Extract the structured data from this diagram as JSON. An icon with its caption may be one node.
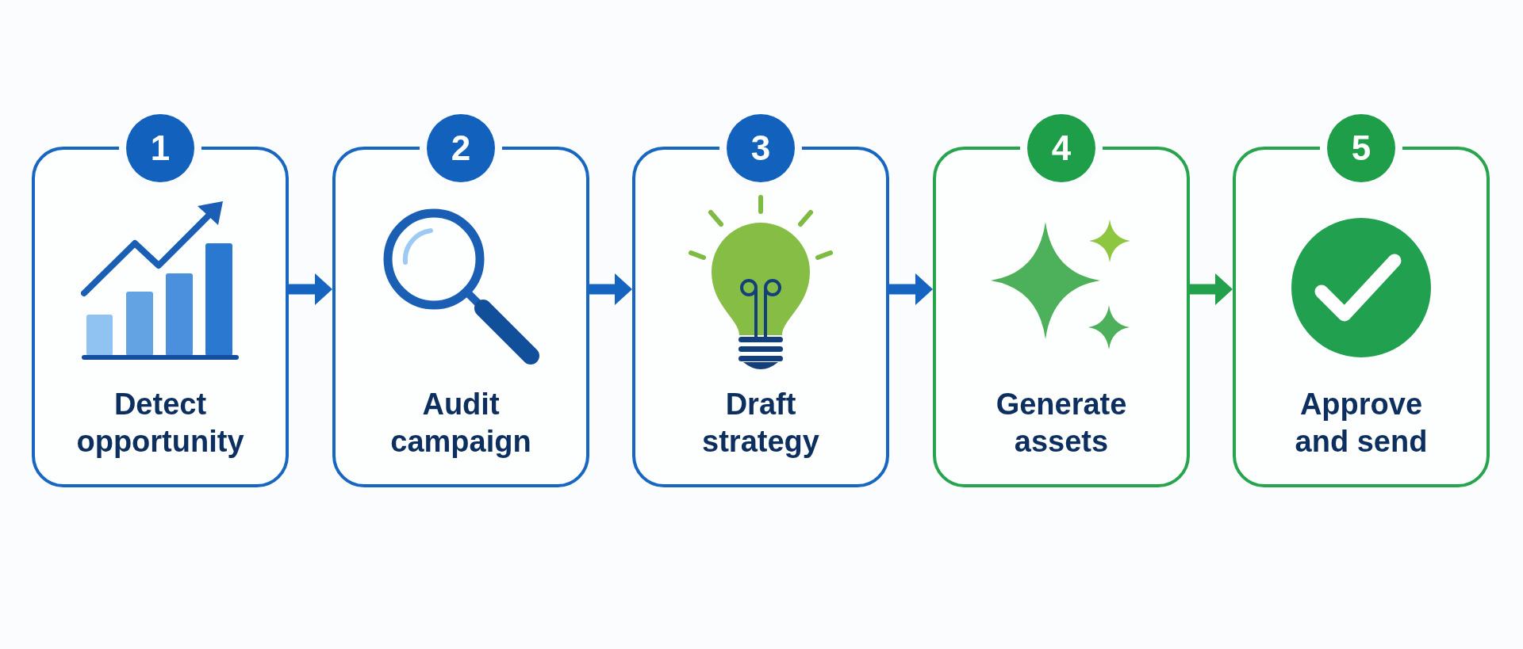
{
  "diagram": {
    "nodes": [
      {
        "text": [
          "1",
          "Detect opportunity"
        ]
      },
      {
        "text": [
          "2",
          "Audit campaign"
        ]
      },
      {
        "text": [
          "3",
          "Draft strategy"
        ]
      },
      {
        "text": [
          "4",
          "Generate assets"
        ]
      },
      {
        "text": [
          "5",
          "Approve and send"
        ]
      }
    ],
    "edges": [
      {
        "from": 0,
        "to": 1,
        "arrow": "to"
      },
      {
        "from": 1,
        "to": 2,
        "arrow": "to"
      },
      {
        "from": 2,
        "to": 3,
        "arrow": "to"
      },
      {
        "from": 3,
        "to": 4,
        "arrow": "to",
        "color": "#22a04b"
      }
    ]
  }
}
